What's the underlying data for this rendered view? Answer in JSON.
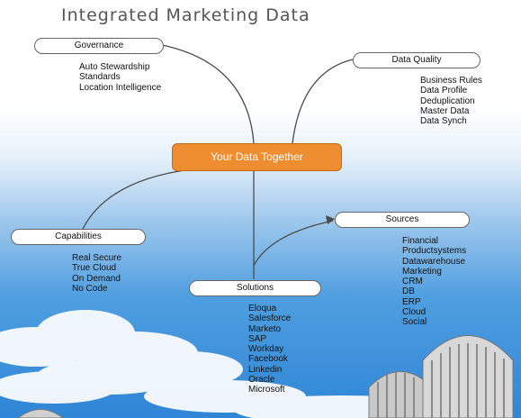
{
  "title": "Integrated Marketing Data",
  "center_label": "Your Data Together",
  "governance": {
    "label": "Governance",
    "items": [
      "Auto Stewardship",
      "Standards",
      "Location Intelligence"
    ]
  },
  "data_quality": {
    "label": "Data Quality",
    "items": [
      "Business Rules",
      "Data Profile",
      "Deduplication",
      "Master Data",
      "Data Synch"
    ]
  },
  "capabilities": {
    "label": "Capabilities",
    "items": [
      "Real Secure",
      "True Cloud",
      "On Demand",
      "No Code"
    ]
  },
  "sources": {
    "label": "Sources",
    "items": [
      "Financial",
      "Productsystems",
      "Datawarehouse",
      "Marketing",
      "CRM",
      "DB",
      "ERP",
      "Cloud",
      "Social"
    ]
  },
  "solutions": {
    "label": "Solutions",
    "items": [
      "Eloqua",
      "Salesforce",
      "Marketo",
      "SAP",
      "Workday",
      "Facebook",
      "Linkedin",
      "Oracle",
      "Microsoft"
    ]
  },
  "colors": {
    "center_fill": "#ef8e30",
    "connector": "#4a4a4a",
    "sky_bottom": "#2f86d6"
  }
}
